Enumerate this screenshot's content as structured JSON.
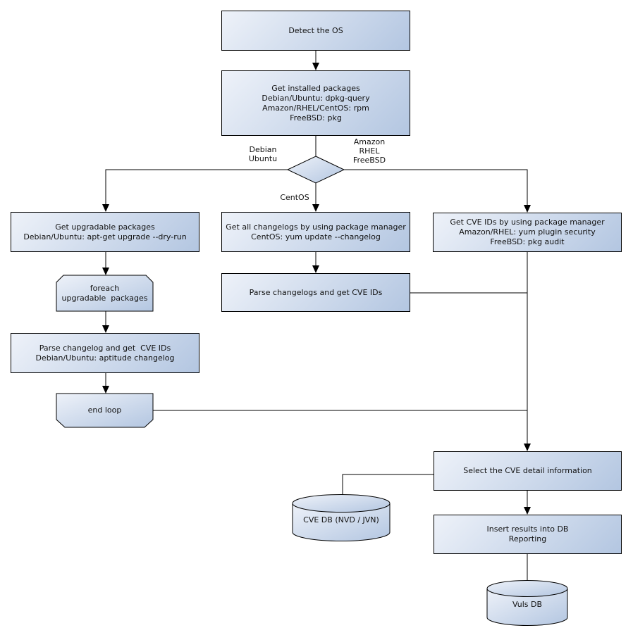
{
  "diagram": {
    "kind": "flowchart",
    "topic": "Vulnerability scan flow: detect OS, gather packages/changelogs, extract CVE IDs, store results"
  },
  "nodes": {
    "detect_os": "Detect the OS",
    "get_installed_packages": "Get installed packages\nDebian/Ubuntu: dpkg-query\nAmazon/RHEL/CentOS: rpm\nFreeBSD: pkg",
    "get_upgradable_packages": "Get upgradable packages\nDebian/Ubuntu: apt-get upgrade --dry-run",
    "foreach_loop_start": "foreach\nupgradable  packages",
    "parse_changelog_left": "Parse changelog and get  CVE IDs\nDebian/Ubuntu: aptitude changelog",
    "end_loop": "end loop",
    "get_all_changelogs": "Get all changelogs by using package manager\nCentOS: yum update --changelog",
    "parse_changelogs_mid": "Parse changelogs and get CVE IDs",
    "get_cve_ids_right": "Get CVE IDs by using package manager\nAmazon/RHEL: yum plugin security\nFreeBSD: pkg audit",
    "select_cve_detail": "Select the CVE detail information",
    "insert_results": "Insert results into DB\nReporting",
    "cve_db": "CVE DB (NVD / JVN)",
    "vuls_db": "Vuls DB"
  },
  "edge_labels": {
    "left_branch": "Debian\nUbuntu",
    "right_branch": "Amazon\nRHEL\nFreeBSD",
    "down_branch": "CentOS"
  },
  "colors": {
    "node_fill_light": "#eef2f9",
    "node_fill_dark": "#b3c6e1",
    "node_border": "#000000",
    "connector": "#000000",
    "text": "#111111",
    "background": "#ffffff"
  }
}
